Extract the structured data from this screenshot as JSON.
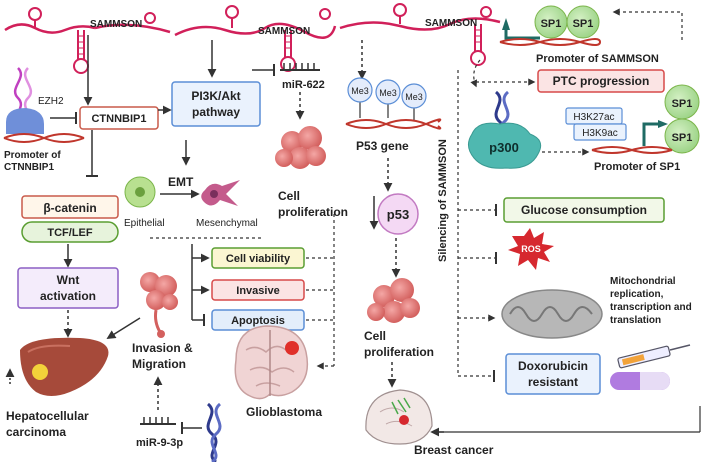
{
  "lncrna": {
    "left": "SAMMSON",
    "middle": "SAMMSON",
    "right": "SAMMSON"
  },
  "liver_branch": {
    "ezh2": "EZH2",
    "ctnnbip1": "CTNNBIP1",
    "promoter_line1": "Promoter of",
    "promoter_line2": "CTNNBIP1",
    "beta_catenin": "β-catenin",
    "tcf_lef": "TCF/LEF",
    "wnt_line1": "Wnt",
    "wnt_line2": "activation",
    "hcc_line1": "Hepatocellular",
    "hcc_line2": "carcinoma"
  },
  "brain_branch": {
    "pi3k_line1": "PI3K/Akt",
    "pi3k_line2": "pathway",
    "mir622": "miR-622",
    "cell_prolif_line1": "Cell",
    "cell_prolif_line2": "proliferation",
    "emt": "EMT",
    "epithelial": "Epithelial",
    "mesenchymal": "Mesenchymal",
    "cell_viability": "Cell viability",
    "invasive": "Invasive",
    "apoptosis": "Apoptosis",
    "invasion_line1": "Invasion &",
    "invasion_line2": "Migration",
    "mir93p": "miR-9-3p",
    "glioblastoma": "Glioblastoma"
  },
  "breast_branch": {
    "me3": "Me3",
    "p53_gene": "P53 gene",
    "p53": "p53",
    "cell_prolif_line1": "Cell",
    "cell_prolif_line2": "proliferation",
    "breast_cancer": "Breast cancer"
  },
  "thyroid_branch": {
    "sp1": "SP1",
    "promoter_sammson": "Promoter of SAMMSON",
    "ptc_progression": "PTC progression",
    "h3k27ac": "H3K27ac",
    "h3k9ac": "H3K9ac",
    "p300": "p300",
    "promoter_sp1": "Promoter of SP1",
    "silencing": "Silencing of SAMMSON"
  },
  "silencing_effects": {
    "glucose": "Glucose consumption",
    "ros": "ROS",
    "mito_line1": "Mitochondrial",
    "mito_line2": "replication,",
    "mito_line3": "transcription and",
    "mito_line4": "translation",
    "dox_line1": "Doxorubicin",
    "dox_line2": "resistant"
  },
  "colors": {
    "rna_pink": "#d1205a",
    "dna_blue": "#2e3a8c",
    "purple_box": "#8b5fc4",
    "green_box": "#5a9e32",
    "blue_box": "#5b8ed6",
    "red_box": "#d74a4a",
    "cell_pink": "#e07a78",
    "sp1_green": "#9fd58a",
    "p300_teal": "#4fb8b0",
    "liver_brown": "#a64a3a",
    "ros_red": "#d6282f",
    "dark_arrow": "#1f6b64"
  }
}
